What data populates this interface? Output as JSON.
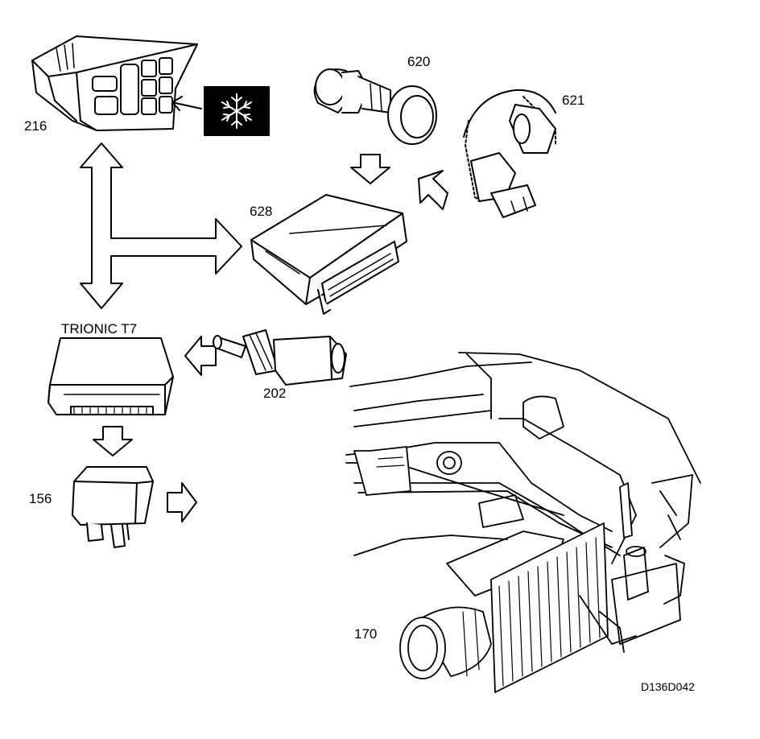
{
  "labels": {
    "c216": "216",
    "c620": "620",
    "c621": "621",
    "c628": "628",
    "trionic": "TRIONIC T7",
    "c202": "202",
    "c156": "156",
    "c170": "170",
    "ref": "D136D042"
  },
  "colors": {
    "ink": "#000000",
    "paper": "#ffffff",
    "snow_bg": "#000000"
  },
  "icons": {
    "ac_symbol": "snowflake-icon"
  }
}
